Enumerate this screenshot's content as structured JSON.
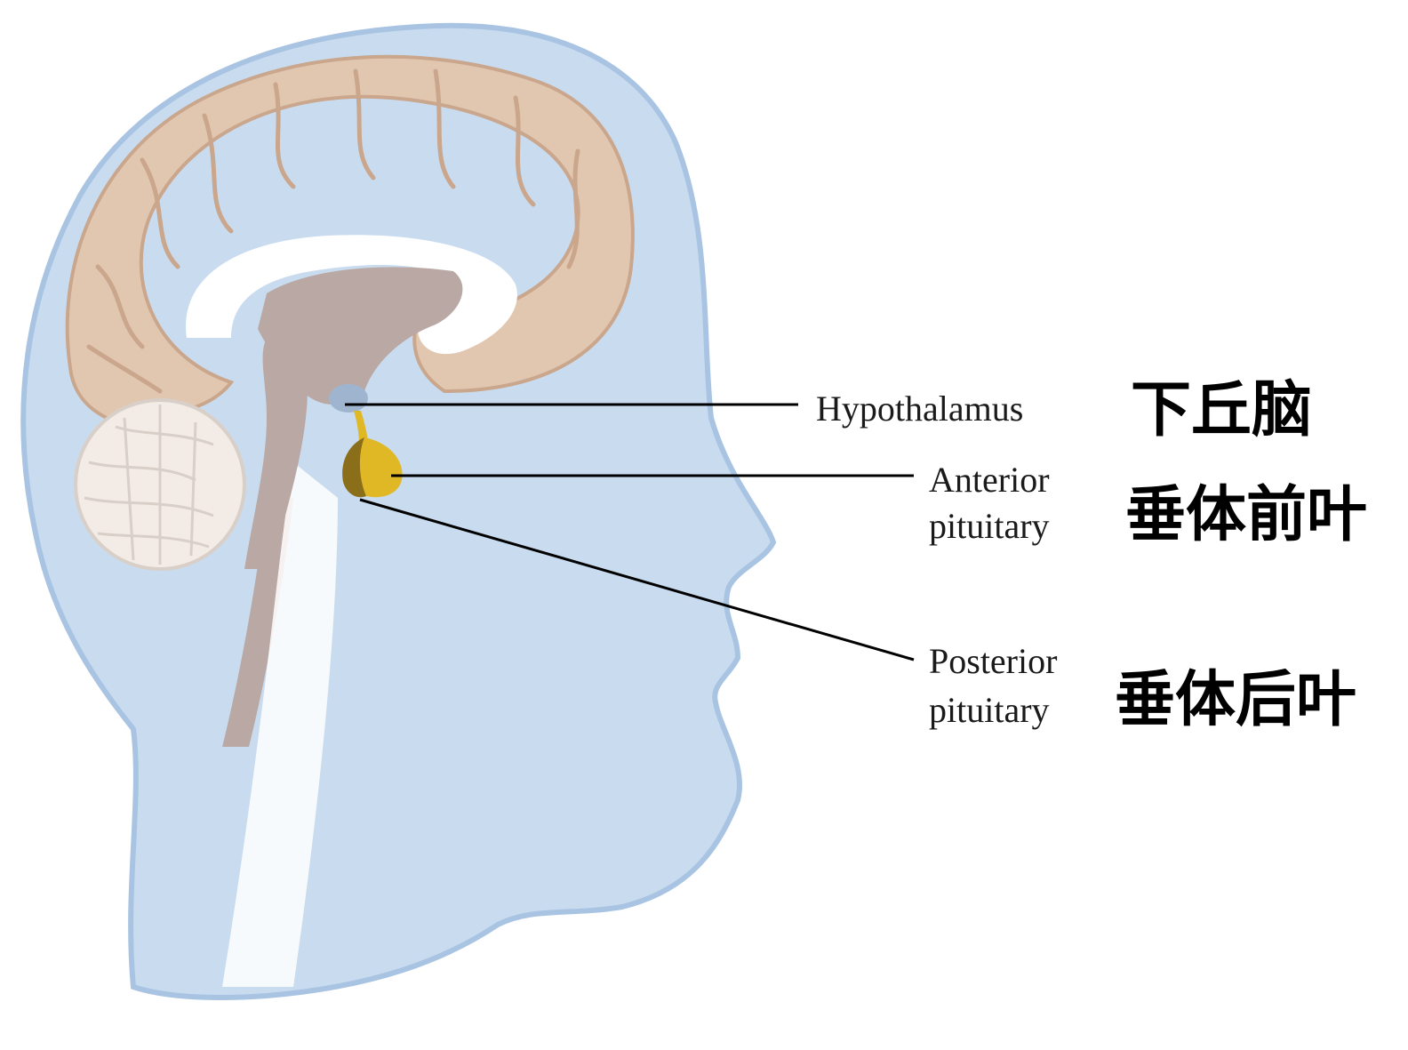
{
  "labels": {
    "hypothalamus": {
      "en": "Hypothalamus",
      "zh": "下丘脑"
    },
    "anterior": {
      "en_line1": "Anterior",
      "en_line2": "pituitary",
      "zh": "垂体前叶"
    },
    "posterior": {
      "en_line1": "Posterior",
      "en_line2": "pituitary",
      "zh": "垂体后叶"
    }
  },
  "colors": {
    "skin": "#c9dcef",
    "skin_edge": "#a9c4e2",
    "cortex": "#e2c7b0",
    "cortex_fold": "#c9a68c",
    "brainstem": "#b9a8a4",
    "cerebellum": "#f3ebe6",
    "pituitary": "#e0b826",
    "pituitary_dark": "#8a6e1a",
    "leader": "#000000"
  }
}
